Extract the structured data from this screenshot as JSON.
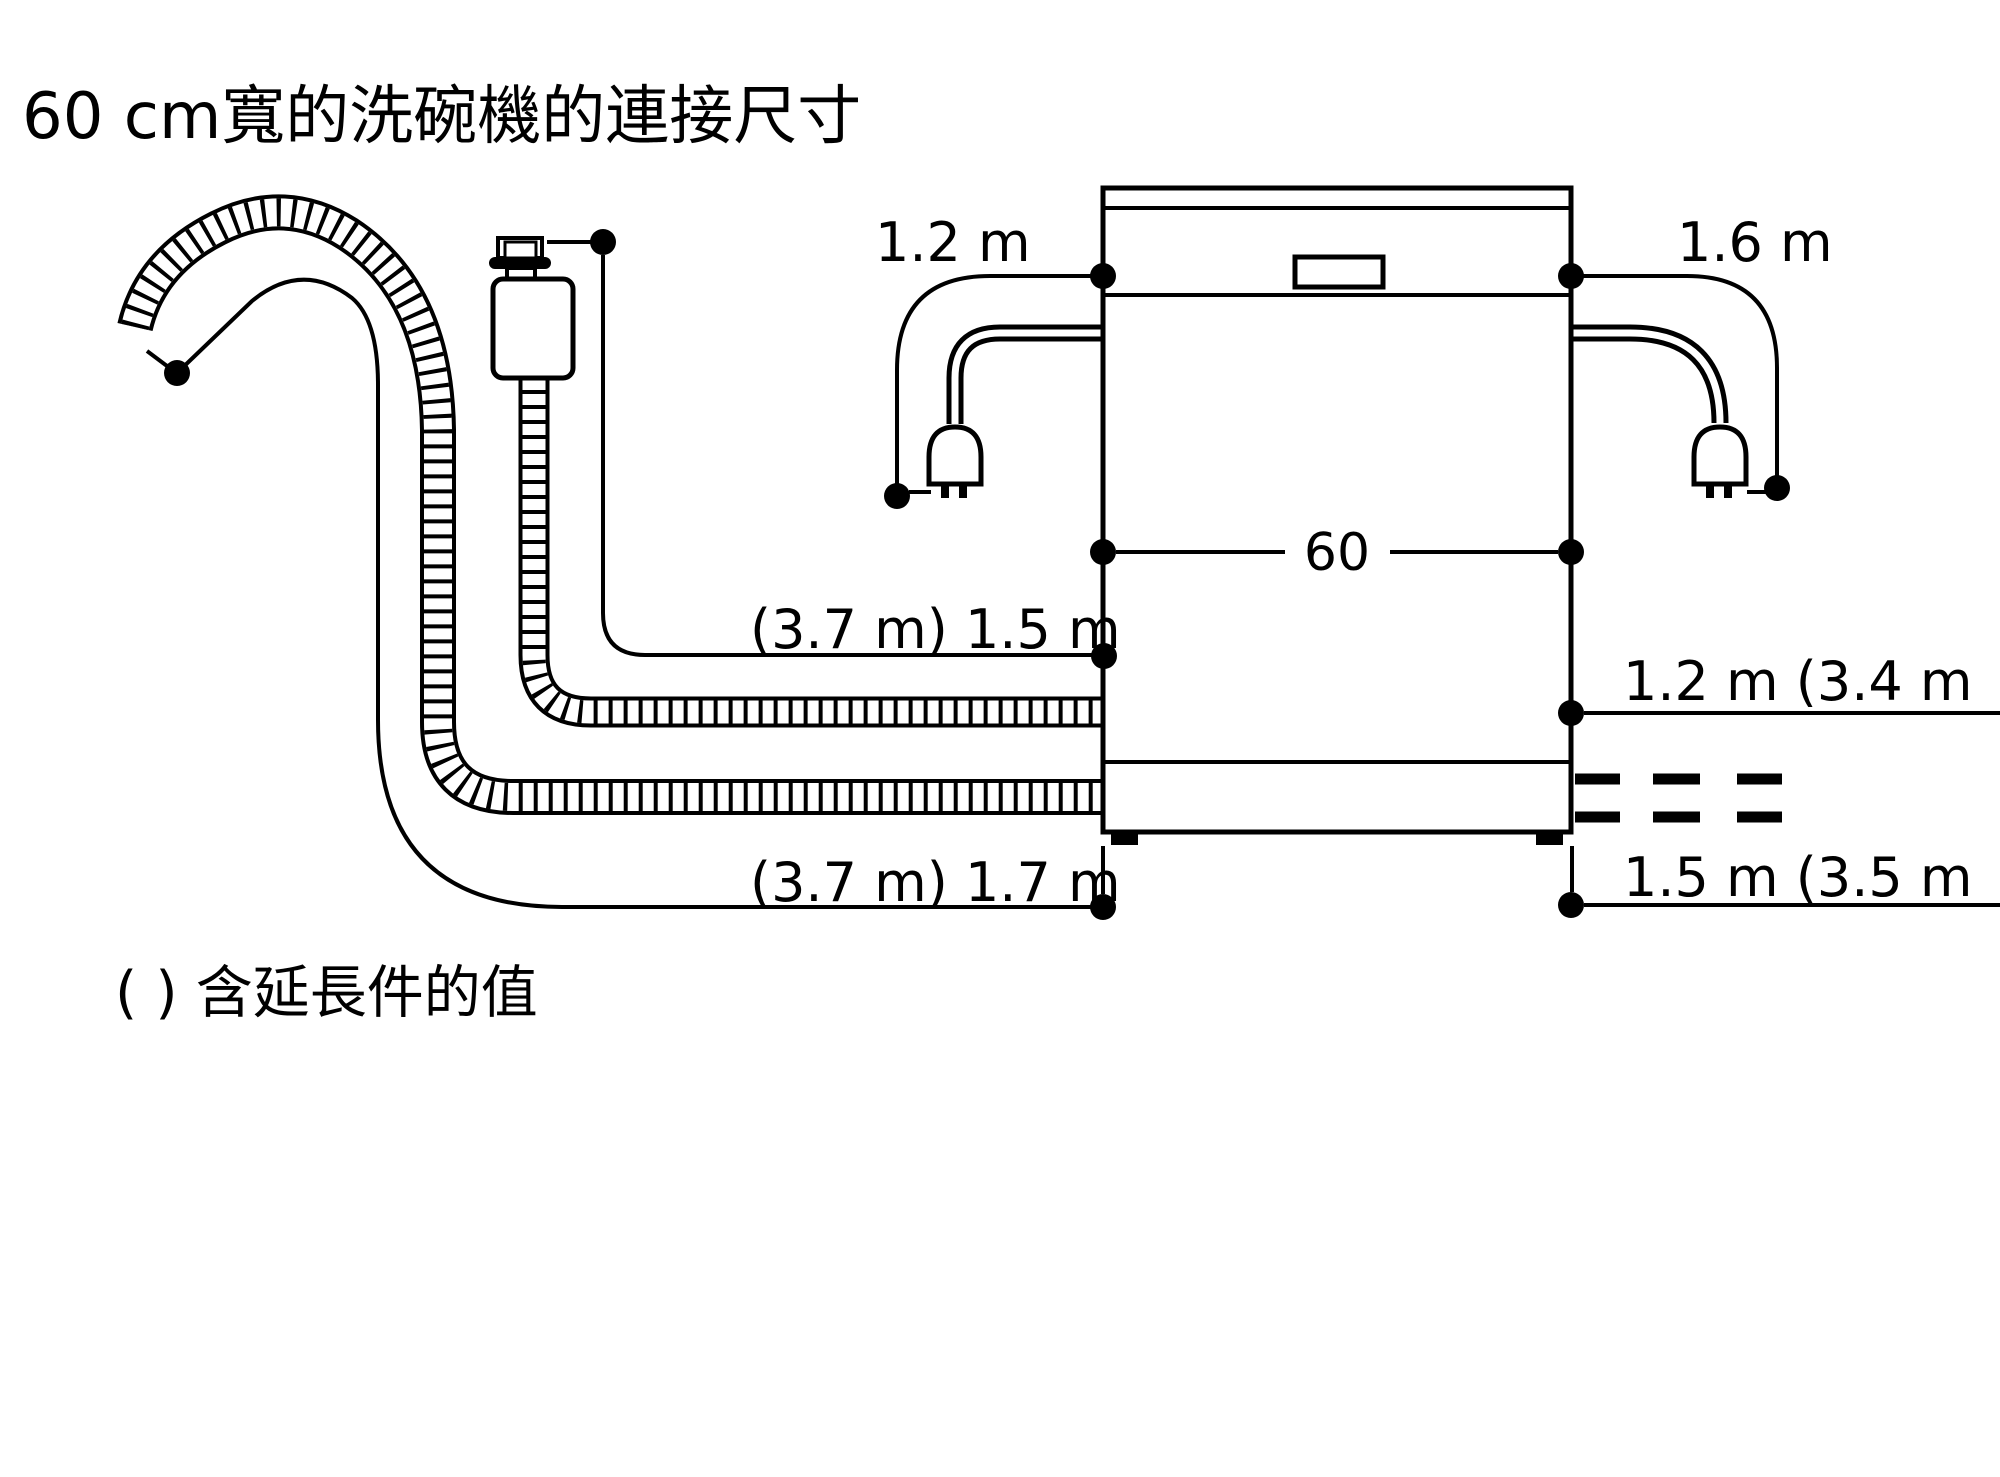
{
  "title": "60 cm寬的洗碗機的連接尺寸",
  "note": "( ) 含延長件的值",
  "colors": {
    "line": "#000000",
    "background": "#ffffff"
  },
  "dimensions": {
    "left_power_cord": "1.2 m",
    "right_power_cord": "1.6 m",
    "appliance_width_cm": "60",
    "supply_hose_left": "(3.7 m) 1.5 m",
    "drain_hose_left": "(3.7 m) 1.7 m",
    "supply_hose_right": "1.2 m (3.4 m",
    "drain_hose_right": "1.5 m (3.5 m"
  }
}
